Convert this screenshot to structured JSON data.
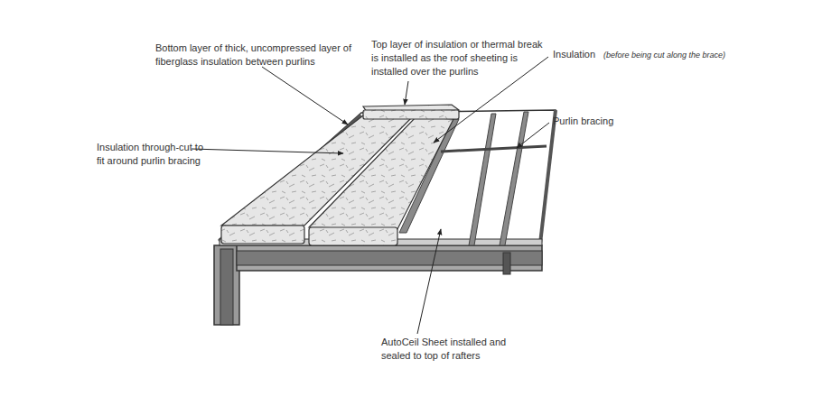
{
  "diagram": {
    "labels": [
      "Bottom layer of thick, uncompressed layer of fiberglass insulation between purlins",
      "Top layer of insulation or thermal break is installed as the roof sheeting is installed over the purlins",
      "Insulation",
      "(before being cut along the brace)",
      "Purlin bracing",
      "Insulation through-cut to fit around purlin bracing",
      "AutoCeil Sheet installed and sealed to top of rafters"
    ]
  }
}
